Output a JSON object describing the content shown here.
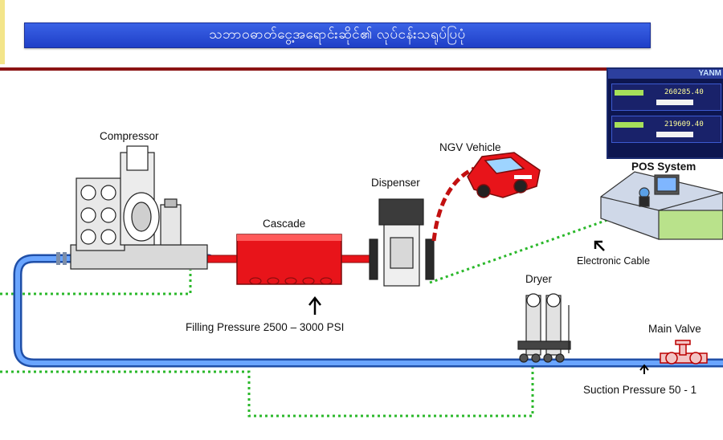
{
  "header": {
    "title": "သဘာဝဓာတ်ငွေ့အရောင်းဆိုင်၏ လုပ်ငန်းသရုပ်ပြပုံ"
  },
  "diagram": {
    "labels": {
      "compressor": "Compressor",
      "cascade": "Cascade",
      "dispenser": "Dispenser",
      "ngv_vehicle": "NGV Vehicle",
      "pos_system": "POS System",
      "electronic_cable": "Electronic Cable",
      "dryer": "Dryer",
      "main_valve": "Main Valve",
      "filling_pressure": "Filling Pressure 2500 – 3000 PSI",
      "suction_pressure": "Suction Pressure  50 - 1"
    },
    "pos_screen": {
      "header": "YANM",
      "readout_1": "260285.40",
      "readout_2": "219609.40"
    },
    "colors": {
      "title_bar": "#2b4fd8",
      "pipe": "#3b78d8",
      "cascade": "#e8141a",
      "vehicle": "#e8141a",
      "cable": "#2bb82b",
      "rule": "#8b1414"
    }
  }
}
